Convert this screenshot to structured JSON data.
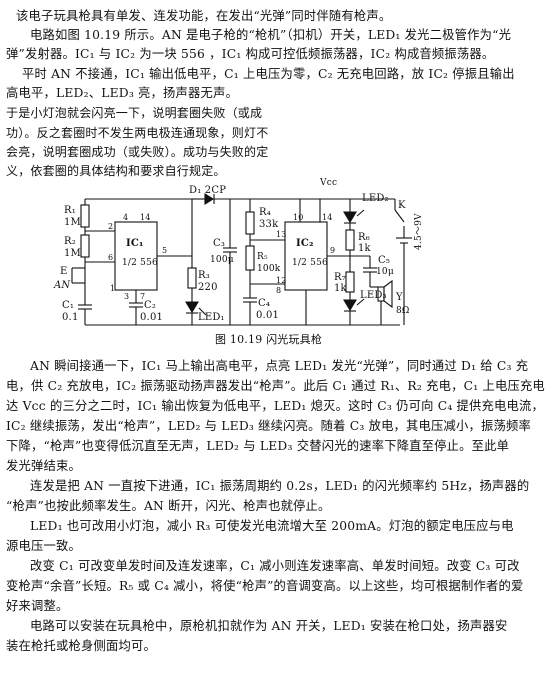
{
  "top_lines": [
    "该电子玩具枪具有单发、连发功能，在发出“光弹”同时伴随有枪声。",
    "电路如图 10.19 所示。AN 是电子枪的“枪机”（扣机）开关，LED₁ 发光二极管作为“光",
    "弹”发射器。IC₁ 与 IC₂ 为一块 556 ，IC₁ 构成可控低频振荡器，IC₂ 构成音频振荡器。",
    "平时 AN 不接通，IC₁ 输出低电平，C₁ 上电压为零，C₂ 无充电回路，放 IC₂ 停振且输出",
    "高电平，LED₂、LED₃ 亮，扬声器无声。"
  ],
  "inset_lines": [
    "于是小灯泡就会闪亮一下，说明套圈失败（或成",
    "功）。反之套圈时不发生两电极连通现象，则灯不",
    "会亮，说明套圈成功（或失败）。成功与失败的定",
    "义，依套圈的具体结构和要求自行规定。"
  ],
  "figure": {
    "caption": "图 10.19   闪光玩具枪",
    "labels": {
      "d1": "D₁ 2CP",
      "vcc": "Vcc",
      "r1": "R₁",
      "r1v": "1M",
      "r2": "R₂",
      "r2v": "1M",
      "ic1": "IC₁",
      "ic1half": "1/2 556",
      "ic2": "IC₂",
      "ic2half": "1/2 556",
      "e": "E",
      "an": "AN",
      "c1": "C₁",
      "c1v": "0.1",
      "c2": "C₂",
      "c2v": "0.01",
      "c3": "C₃",
      "c3v": "100μ",
      "c4": "C₄",
      "c4v": "0.01",
      "r3": "R₃",
      "r3v": "220",
      "r4": "R₄",
      "r4v": "33k",
      "r5": "R₅",
      "r5v": "100k",
      "r6": "R₆",
      "r6v": "1k",
      "r7": "R₇",
      "r7v": "1k",
      "c5": "C₅",
      "c5v": "10μ",
      "y": "Y",
      "yv": "8Ω",
      "led1": "LED₁",
      "led2": "LED₂",
      "led3": "LED₃",
      "k": "K",
      "batt": "4.5～9V",
      "pin2": "2",
      "pin6": "6",
      "pin4": "4",
      "pin14": "14",
      "pin5": "5",
      "pin3": "3",
      "pin7": "7",
      "pin1": "1",
      "pin10": "10",
      "pin13": "13",
      "pin12": "12",
      "pin8": "8",
      "pin9": "9",
      "pin14b": "14"
    }
  },
  "bottom_lines": [
    "AN 瞬间接通一下，IC₁ 马上输出高电平，点亮 LED₁ 发光“光弹”，同时通过 D₁ 给 C₃ 充",
    "电，供 C₂ 充放电，IC₂ 振荡驱动扬声器发出“枪声”。此后 C₁ 通过 R₁、R₂ 充电，C₁ 上电压充电",
    "达 Vcc 的三分之二时，IC₁ 输出恢复为低电平，LED₁ 熄灭。这时 C₃ 仍可向 C₄ 提供充电电流，",
    "IC₂ 继续振荡，发出“枪声”，LED₂ 与 LED₃ 继续闪亮。随着 C₃ 放电，其电压减小，振荡频率",
    "下降，“枪声”也变得低沉直至无声，LED₂ 与 LED₃ 交替闪光的速率下降直至停止。至此单",
    "发光弹结束。",
    "连发是把 AN 一直按下进通，IC₁ 振荡周期约 0.2s，LED₁ 的闪光频率约 5Hz，扬声器的",
    "“枪声”也按此频率发生。AN 断开，闪光、枪声也就停止。",
    "LED₁ 也可改用小灯泡，减小 R₃ 可使发光电流增大至 200mA。灯泡的额定电压应与电",
    "源电压一致。",
    "改变 C₁ 可改变单发时间及连发速率，C₁ 减小则连发速率高、单发时间短。改变 C₃ 可改",
    "变枪声“余音”长短。R₅ 或 C₄ 减小，将使“枪声”的音调变高。以上这些，均可根据制作者的爱",
    "好来调整。",
    "电路可以安装在玩具枪中，原枪机扣就作为 AN 开关，LED₁ 安装在枪口处，扬声器安",
    "装在枪托或枪身侧面均可。"
  ]
}
